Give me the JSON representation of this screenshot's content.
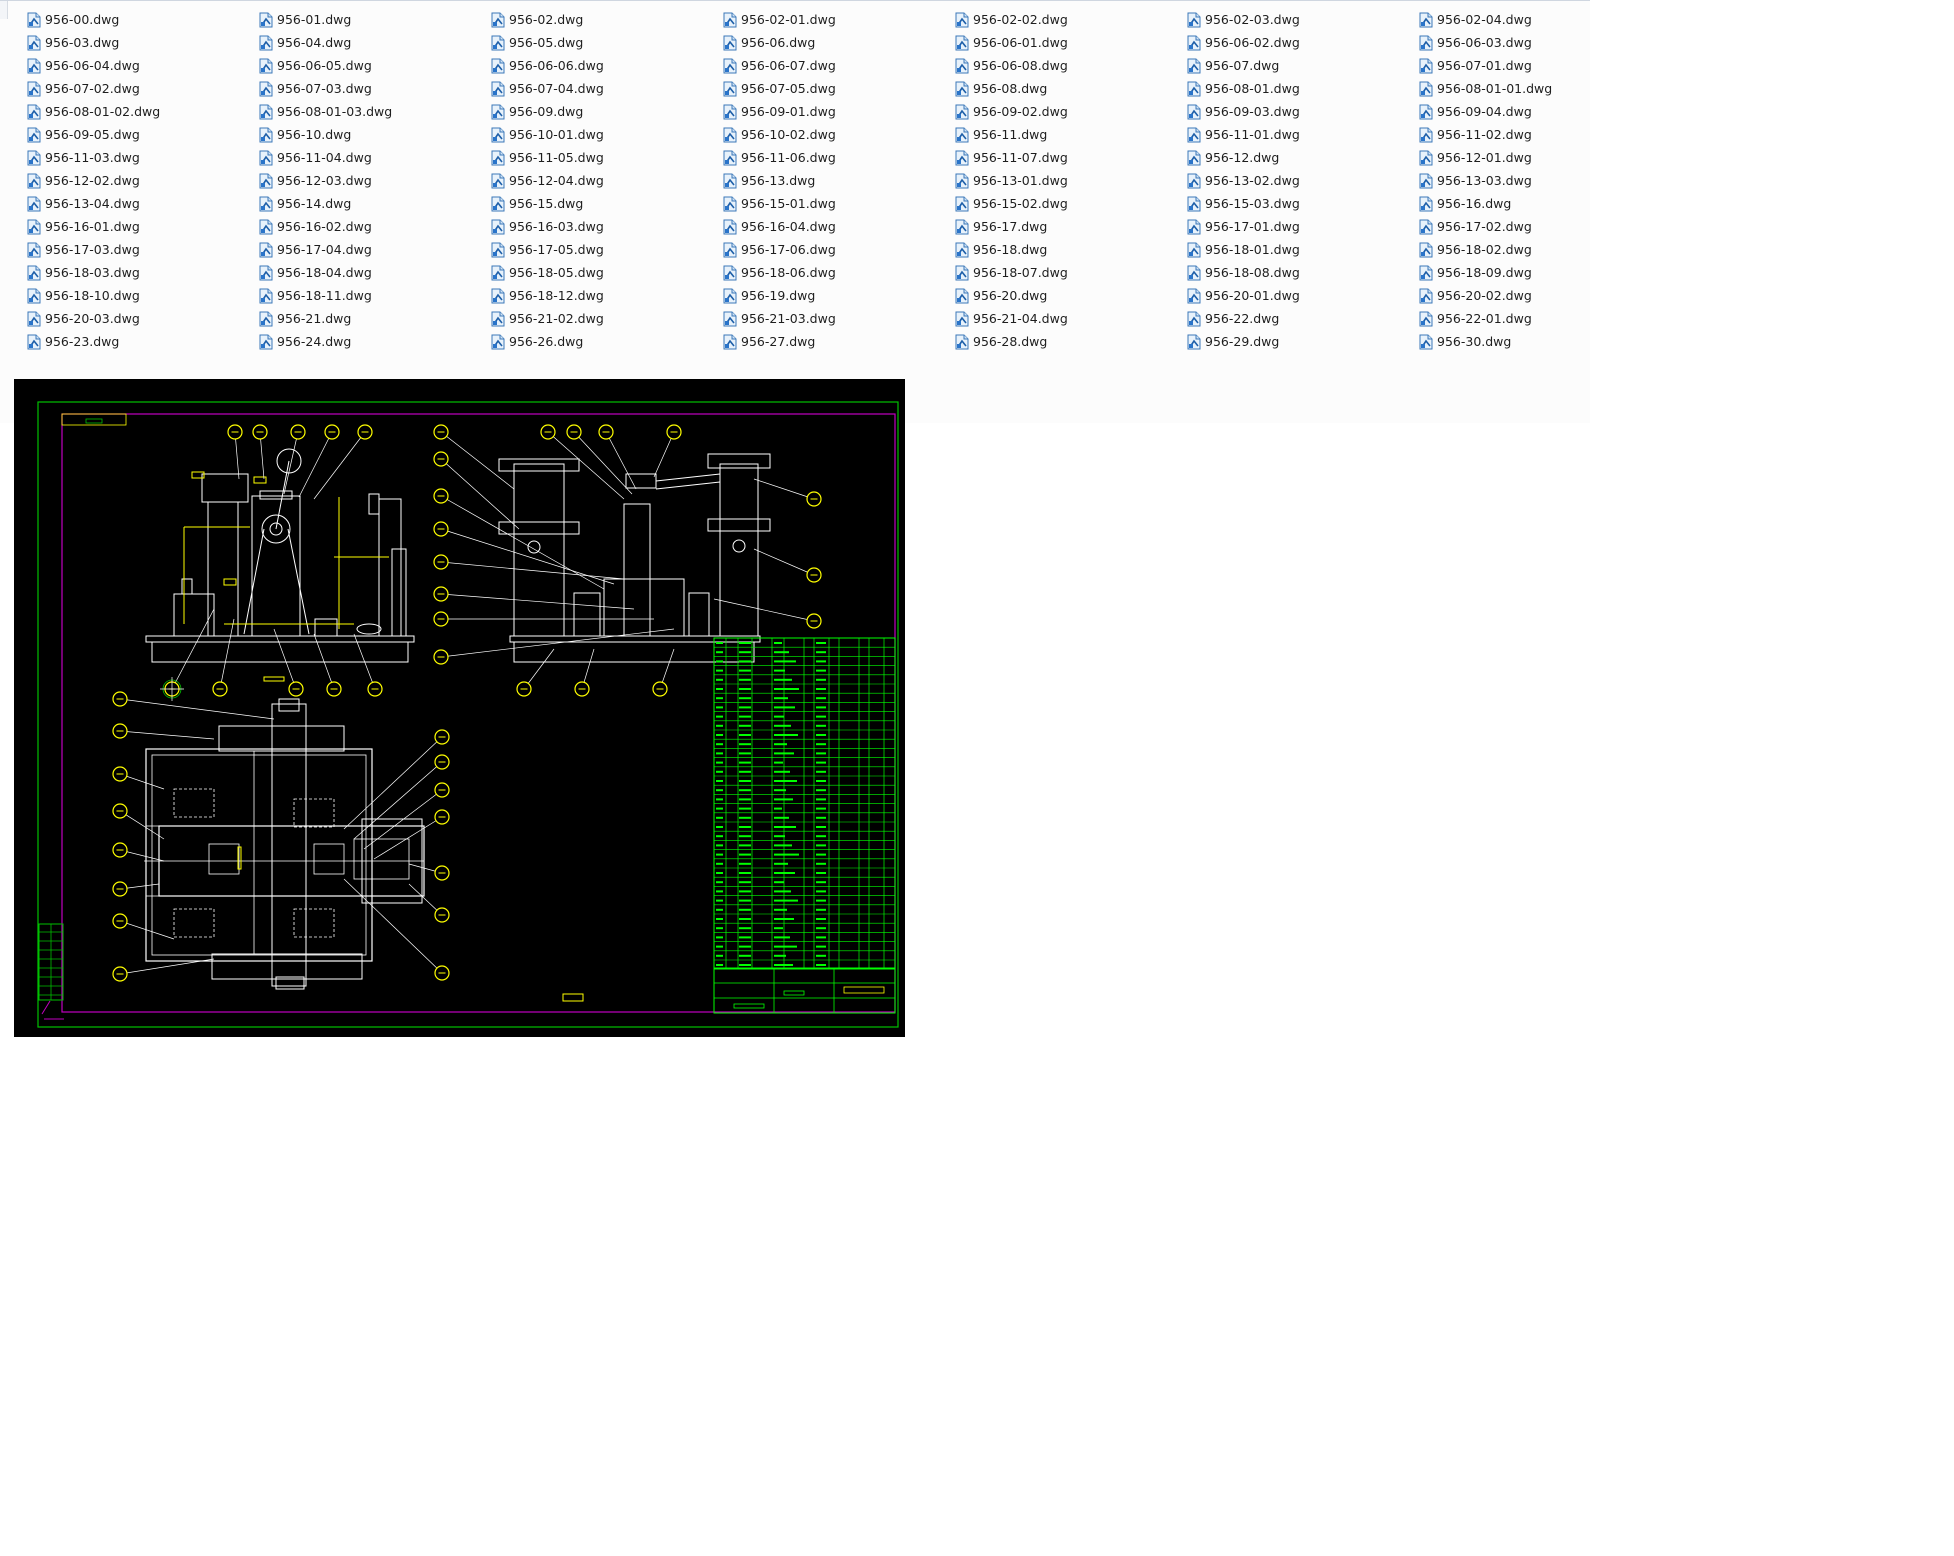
{
  "file_list": {
    "icon": "dwg-file-icon",
    "files": [
      "956-00.dwg",
      "956-01.dwg",
      "956-02.dwg",
      "956-02-01.dwg",
      "956-02-02.dwg",
      "956-02-03.dwg",
      "956-02-04.dwg",
      "956-03.dwg",
      "956-04.dwg",
      "956-05.dwg",
      "956-06.dwg",
      "956-06-01.dwg",
      "956-06-02.dwg",
      "956-06-03.dwg",
      "956-06-04.dwg",
      "956-06-05.dwg",
      "956-06-06.dwg",
      "956-06-07.dwg",
      "956-06-08.dwg",
      "956-07.dwg",
      "956-07-01.dwg",
      "956-07-02.dwg",
      "956-07-03.dwg",
      "956-07-04.dwg",
      "956-07-05.dwg",
      "956-08.dwg",
      "956-08-01.dwg",
      "956-08-01-01.dwg",
      "956-08-01-02.dwg",
      "956-08-01-03.dwg",
      "956-09.dwg",
      "956-09-01.dwg",
      "956-09-02.dwg",
      "956-09-03.dwg",
      "956-09-04.dwg",
      "956-09-05.dwg",
      "956-10.dwg",
      "956-10-01.dwg",
      "956-10-02.dwg",
      "956-11.dwg",
      "956-11-01.dwg",
      "956-11-02.dwg",
      "956-11-03.dwg",
      "956-11-04.dwg",
      "956-11-05.dwg",
      "956-11-06.dwg",
      "956-11-07.dwg",
      "956-12.dwg",
      "956-12-01.dwg",
      "956-12-02.dwg",
      "956-12-03.dwg",
      "956-12-04.dwg",
      "956-13.dwg",
      "956-13-01.dwg",
      "956-13-02.dwg",
      "956-13-03.dwg",
      "956-13-04.dwg",
      "956-14.dwg",
      "956-15.dwg",
      "956-15-01.dwg",
      "956-15-02.dwg",
      "956-15-03.dwg",
      "956-16.dwg",
      "956-16-01.dwg",
      "956-16-02.dwg",
      "956-16-03.dwg",
      "956-16-04.dwg",
      "956-17.dwg",
      "956-17-01.dwg",
      "956-17-02.dwg",
      "956-17-03.dwg",
      "956-17-04.dwg",
      "956-17-05.dwg",
      "956-17-06.dwg",
      "956-18.dwg",
      "956-18-01.dwg",
      "956-18-02.dwg",
      "956-18-03.dwg",
      "956-18-04.dwg",
      "956-18-05.dwg",
      "956-18-06.dwg",
      "956-18-07.dwg",
      "956-18-08.dwg",
      "956-18-09.dwg",
      "956-18-10.dwg",
      "956-18-11.dwg",
      "956-18-12.dwg",
      "956-19.dwg",
      "956-20.dwg",
      "956-20-01.dwg",
      "956-20-02.dwg",
      "956-20-03.dwg",
      "956-21.dwg",
      "956-21-02.dwg",
      "956-21-03.dwg",
      "956-21-04.dwg",
      "956-22.dwg",
      "956-22-01.dwg",
      "956-23.dwg",
      "956-24.dwg",
      "956-26.dwg",
      "956-27.dwg",
      "956-28.dwg",
      "956-29.dwg",
      "956-30.dwg"
    ]
  },
  "preview": {
    "background": "#000000",
    "colors": {
      "frame": "#00c000",
      "border": "#c000c0",
      "balloon": "#ffff00",
      "geometry": "#ffffff",
      "table": "#00ff00"
    }
  }
}
